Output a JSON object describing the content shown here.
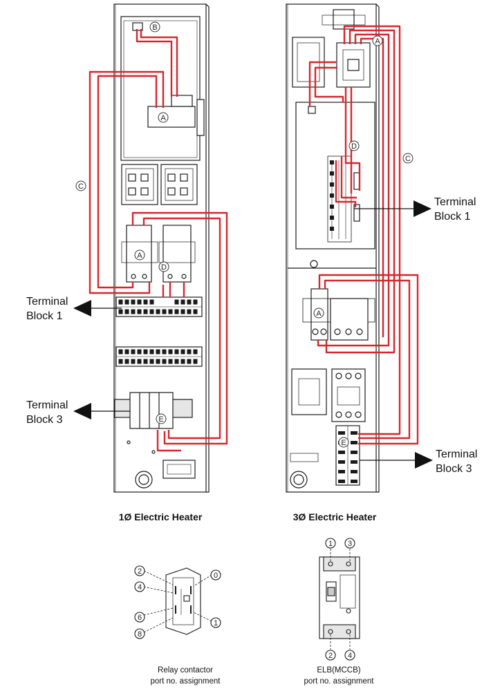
{
  "colors": {
    "wire": "#d8252b",
    "line": "#1a1a1a",
    "fill": "#ffffff",
    "shade": "#e6e6e6"
  },
  "markers": {
    "a": "A",
    "b": "B",
    "c": "C",
    "d": "D",
    "e": "E"
  },
  "left_panel": {
    "caption": "1Ø Electric Heater",
    "terminal_block_1": [
      "Terminal",
      "Block 1"
    ],
    "terminal_block_3": [
      "Terminal",
      "Block 3"
    ]
  },
  "right_panel": {
    "caption": "3Ø Electric Heater",
    "terminal_block_1": [
      "Terminal",
      "Block 1"
    ],
    "terminal_block_3": [
      "Terminal",
      "Block 3"
    ]
  },
  "relay_detail": {
    "ports": [
      "2",
      "4",
      "6",
      "8",
      "0",
      "1"
    ],
    "caption": [
      "Relay contactor",
      "port no. assignment"
    ]
  },
  "elb_detail": {
    "ports_top": [
      "1",
      "3"
    ],
    "ports_bottom": [
      "2",
      "4"
    ],
    "caption": [
      "ELB(MCCB)",
      "port no. assignment"
    ]
  }
}
